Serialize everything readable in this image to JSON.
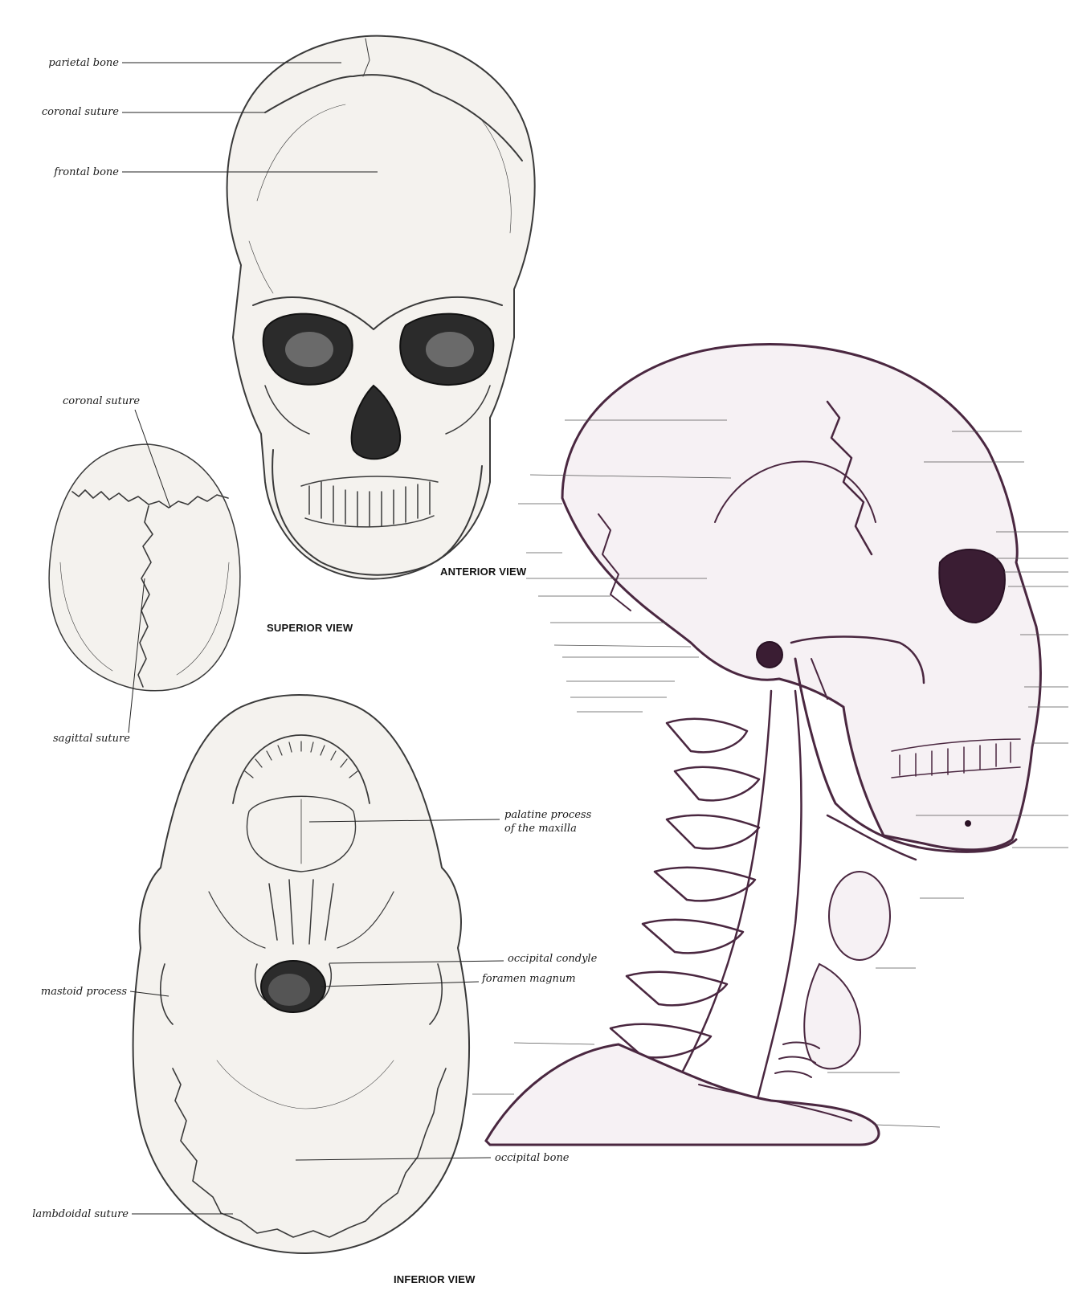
{
  "anterior_view": {
    "title": "ANTERIOR VIEW",
    "labels": {
      "parietal": "parietal bone",
      "coronal": "coronal suture",
      "frontal": "frontal bone"
    }
  },
  "superior_view": {
    "title": "SUPERIOR VIEW",
    "labels": {
      "coronal": "coronal suture",
      "sagittal": "sagittal suture"
    }
  },
  "inferior_view": {
    "title": "INFERIOR VIEW",
    "labels": {
      "palatine_1": "palatine process",
      "palatine_2": "of the maxilla",
      "occipital_condyle": "occipital condyle",
      "foramen_magnum": "foramen magnum",
      "mastoid": "mastoid process",
      "occipital_bone": "occipital bone",
      "lambdoidal": "lambdoidal suture"
    }
  },
  "lateral_view": {
    "label_color": "#4a2740",
    "left_blank_count": 14,
    "right_blank_count": 16
  },
  "colors": {
    "pencil": "#3a3a3a",
    "ink_purple": "#4a2740",
    "paper": "#ffffff"
  }
}
